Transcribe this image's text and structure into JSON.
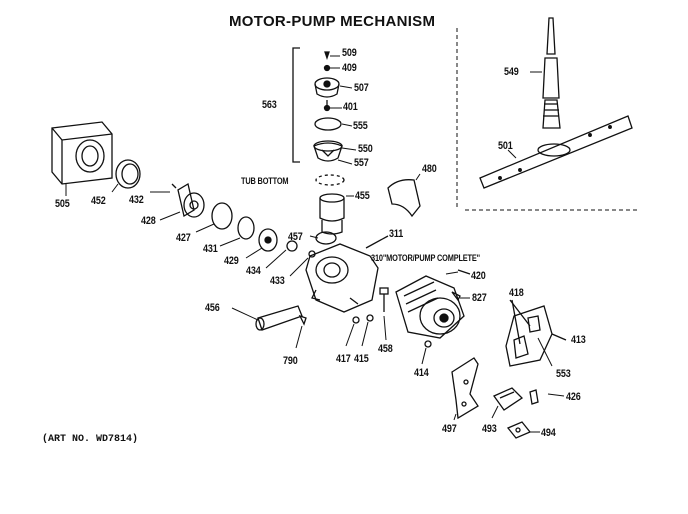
{
  "title": "MOTOR-PUMP MECHANISM",
  "art_no": "(ART NO. WD7814)",
  "callouts": {
    "p509": "509",
    "p409": "409",
    "p507": "507",
    "p401": "401",
    "p555": "555",
    "p550": "550",
    "p557": "557",
    "p563": "563",
    "tub_bottom": "TUB BOTTOM",
    "p455": "455",
    "p480": "480",
    "p549": "549",
    "p501": "501",
    "p505": "505",
    "p452": "452",
    "p432": "432",
    "p428": "428",
    "p427": "427",
    "p431": "431",
    "p429": "429",
    "p434": "434",
    "p433": "433",
    "p457": "457",
    "p311": "311",
    "p310": "310\"MOTOR/PUMP COMPLETE\"",
    "p420": "420",
    "p827": "827",
    "p418": "418",
    "p413": "413",
    "p553": "553",
    "p456": "456",
    "p790": "790",
    "p417": "417",
    "p415": "415",
    "p458": "458",
    "p414": "414",
    "p426": "426",
    "p497": "497",
    "p493": "493",
    "p494": "494"
  }
}
